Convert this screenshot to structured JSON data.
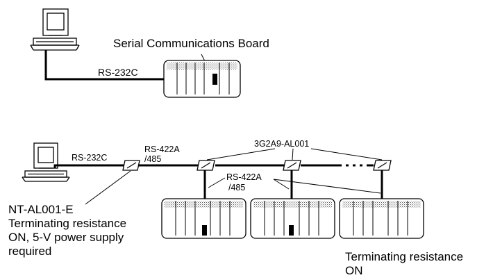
{
  "top": {
    "board_label": "Serial Communications Board",
    "link_label": "RS-232C"
  },
  "bottom": {
    "link1_label": "RS-232C",
    "link2_label_line1": "RS-422A",
    "link2_label_line2": "/485",
    "adapter_label": "3G2A9-AL001",
    "branch_label_line1": "RS-422A",
    "branch_label_line2": "/485",
    "converter_note": [
      "NT-AL001-E",
      "Terminating resistance",
      "ON, 5-V power supply",
      "required"
    ],
    "end_note": [
      "Terminating resistance",
      "ON"
    ]
  }
}
